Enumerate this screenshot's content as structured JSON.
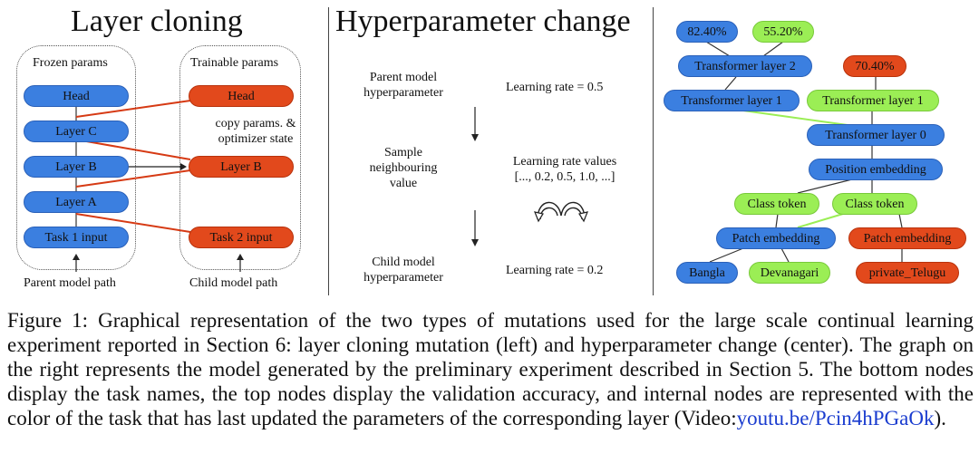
{
  "layer_cloning": {
    "title": "Layer cloning",
    "frozen_label": "Frozen params",
    "trainable_label": "Trainable params",
    "frozen_nodes": [
      "Head",
      "Layer C",
      "Layer B",
      "Layer A",
      "Task 1 input"
    ],
    "trainable_nodes": [
      "Head",
      "Layer B",
      "Task 2 input"
    ],
    "copy_note": [
      "copy params. &",
      "optimizer state"
    ],
    "parent_path": "Parent model path",
    "child_path": "Child model path"
  },
  "hyperparameter_change": {
    "title": "Hyperparameter change",
    "parent_label": [
      "Parent model",
      "hyperparameter"
    ],
    "parent_value": "Learning rate = 0.5",
    "sample_label": [
      "Sample",
      "neighbouring",
      "value"
    ],
    "values_label": [
      "Learning rate values",
      "[..., 0.2, 0.5, 1.0, ...]"
    ],
    "child_label": [
      "Child model",
      "hyperparameter"
    ],
    "child_value": "Learning rate = 0.2"
  },
  "graph": {
    "nodes": {
      "acc1": "82.40%",
      "acc2": "55.20%",
      "acc3": "70.40%",
      "tl2": "Transformer layer 2",
      "tl1_blue": "Transformer layer 1",
      "tl1_green": "Transformer layer 1",
      "tl0": "Transformer layer 0",
      "pos": "Position embedding",
      "cls1": "Class token",
      "cls2": "Class token",
      "patch_blue": "Patch embedding",
      "patch_orange": "Patch embedding",
      "task1": "Bangla",
      "task2": "Devanagari",
      "task3": "private_Telugu"
    },
    "colors": {
      "blue": "#3b7fe0",
      "orange": "#e2491c",
      "green": "#9bee55"
    }
  },
  "caption": {
    "text": "Figure 1: Graphical representation of the two types of mutations used for the large scale continual learning experiment reported in Section 6: layer cloning mutation (left) and hyperparameter change (center). The graph on the right represents the model generated by the preliminary experiment described in Section 5. The bottom nodes display the task names, the top nodes display the validation accuracy, and internal nodes are represented with the color of the task that has last updated the parameters of the corresponding layer (Video:",
    "link": "youtu.be/Pcin4hPGaOk",
    "tail": ")."
  }
}
